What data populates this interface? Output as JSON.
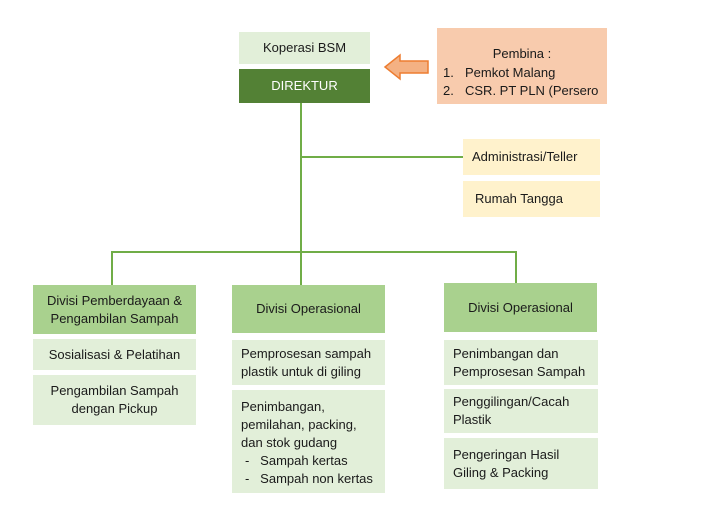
{
  "top": {
    "org_name": "Koperasi BSM",
    "director": "DIREKTUR"
  },
  "pembina": {
    "title": "Pembina :",
    "items": [
      "Pemkot Malang",
      "CSR. PT PLN (Persero"
    ],
    "numbers": [
      "1.",
      "2."
    ]
  },
  "staff": {
    "admin": "Administrasi/Teller",
    "household": "Rumah Tangga"
  },
  "divisions": [
    {
      "title": "Divisi Pemberdayaan & Pengambilan Sampah",
      "tasks": [
        "Sosialisasi & Pelatihan",
        "Pengambilan Sampah dengan Pickup"
      ]
    },
    {
      "title": "Divisi Operasional",
      "tasks": [
        "Pemprosesan sampah plastik untuk di giling",
        "Penimbangan, pemilahan, packing, dan stok gudang"
      ],
      "subitems": [
        "Sampah kertas",
        "Sampah non kertas"
      ]
    },
    {
      "title": "Divisi Operasional",
      "tasks": [
        "Penimbangan dan Pemprosesan Sampah",
        "Penggilingan/Cacah Plastik",
        "Pengeringan Hasil Giling & Packing"
      ]
    }
  ],
  "colors": {
    "connector": "#70ad47",
    "dark_green": "#538135",
    "mid_green": "#a9d18e",
    "light_green": "#e2efd9",
    "cream": "#fff2cc",
    "peach": "#f8cbad",
    "arrow_fill": "#f4b183",
    "arrow_stroke": "#ed7d31"
  }
}
